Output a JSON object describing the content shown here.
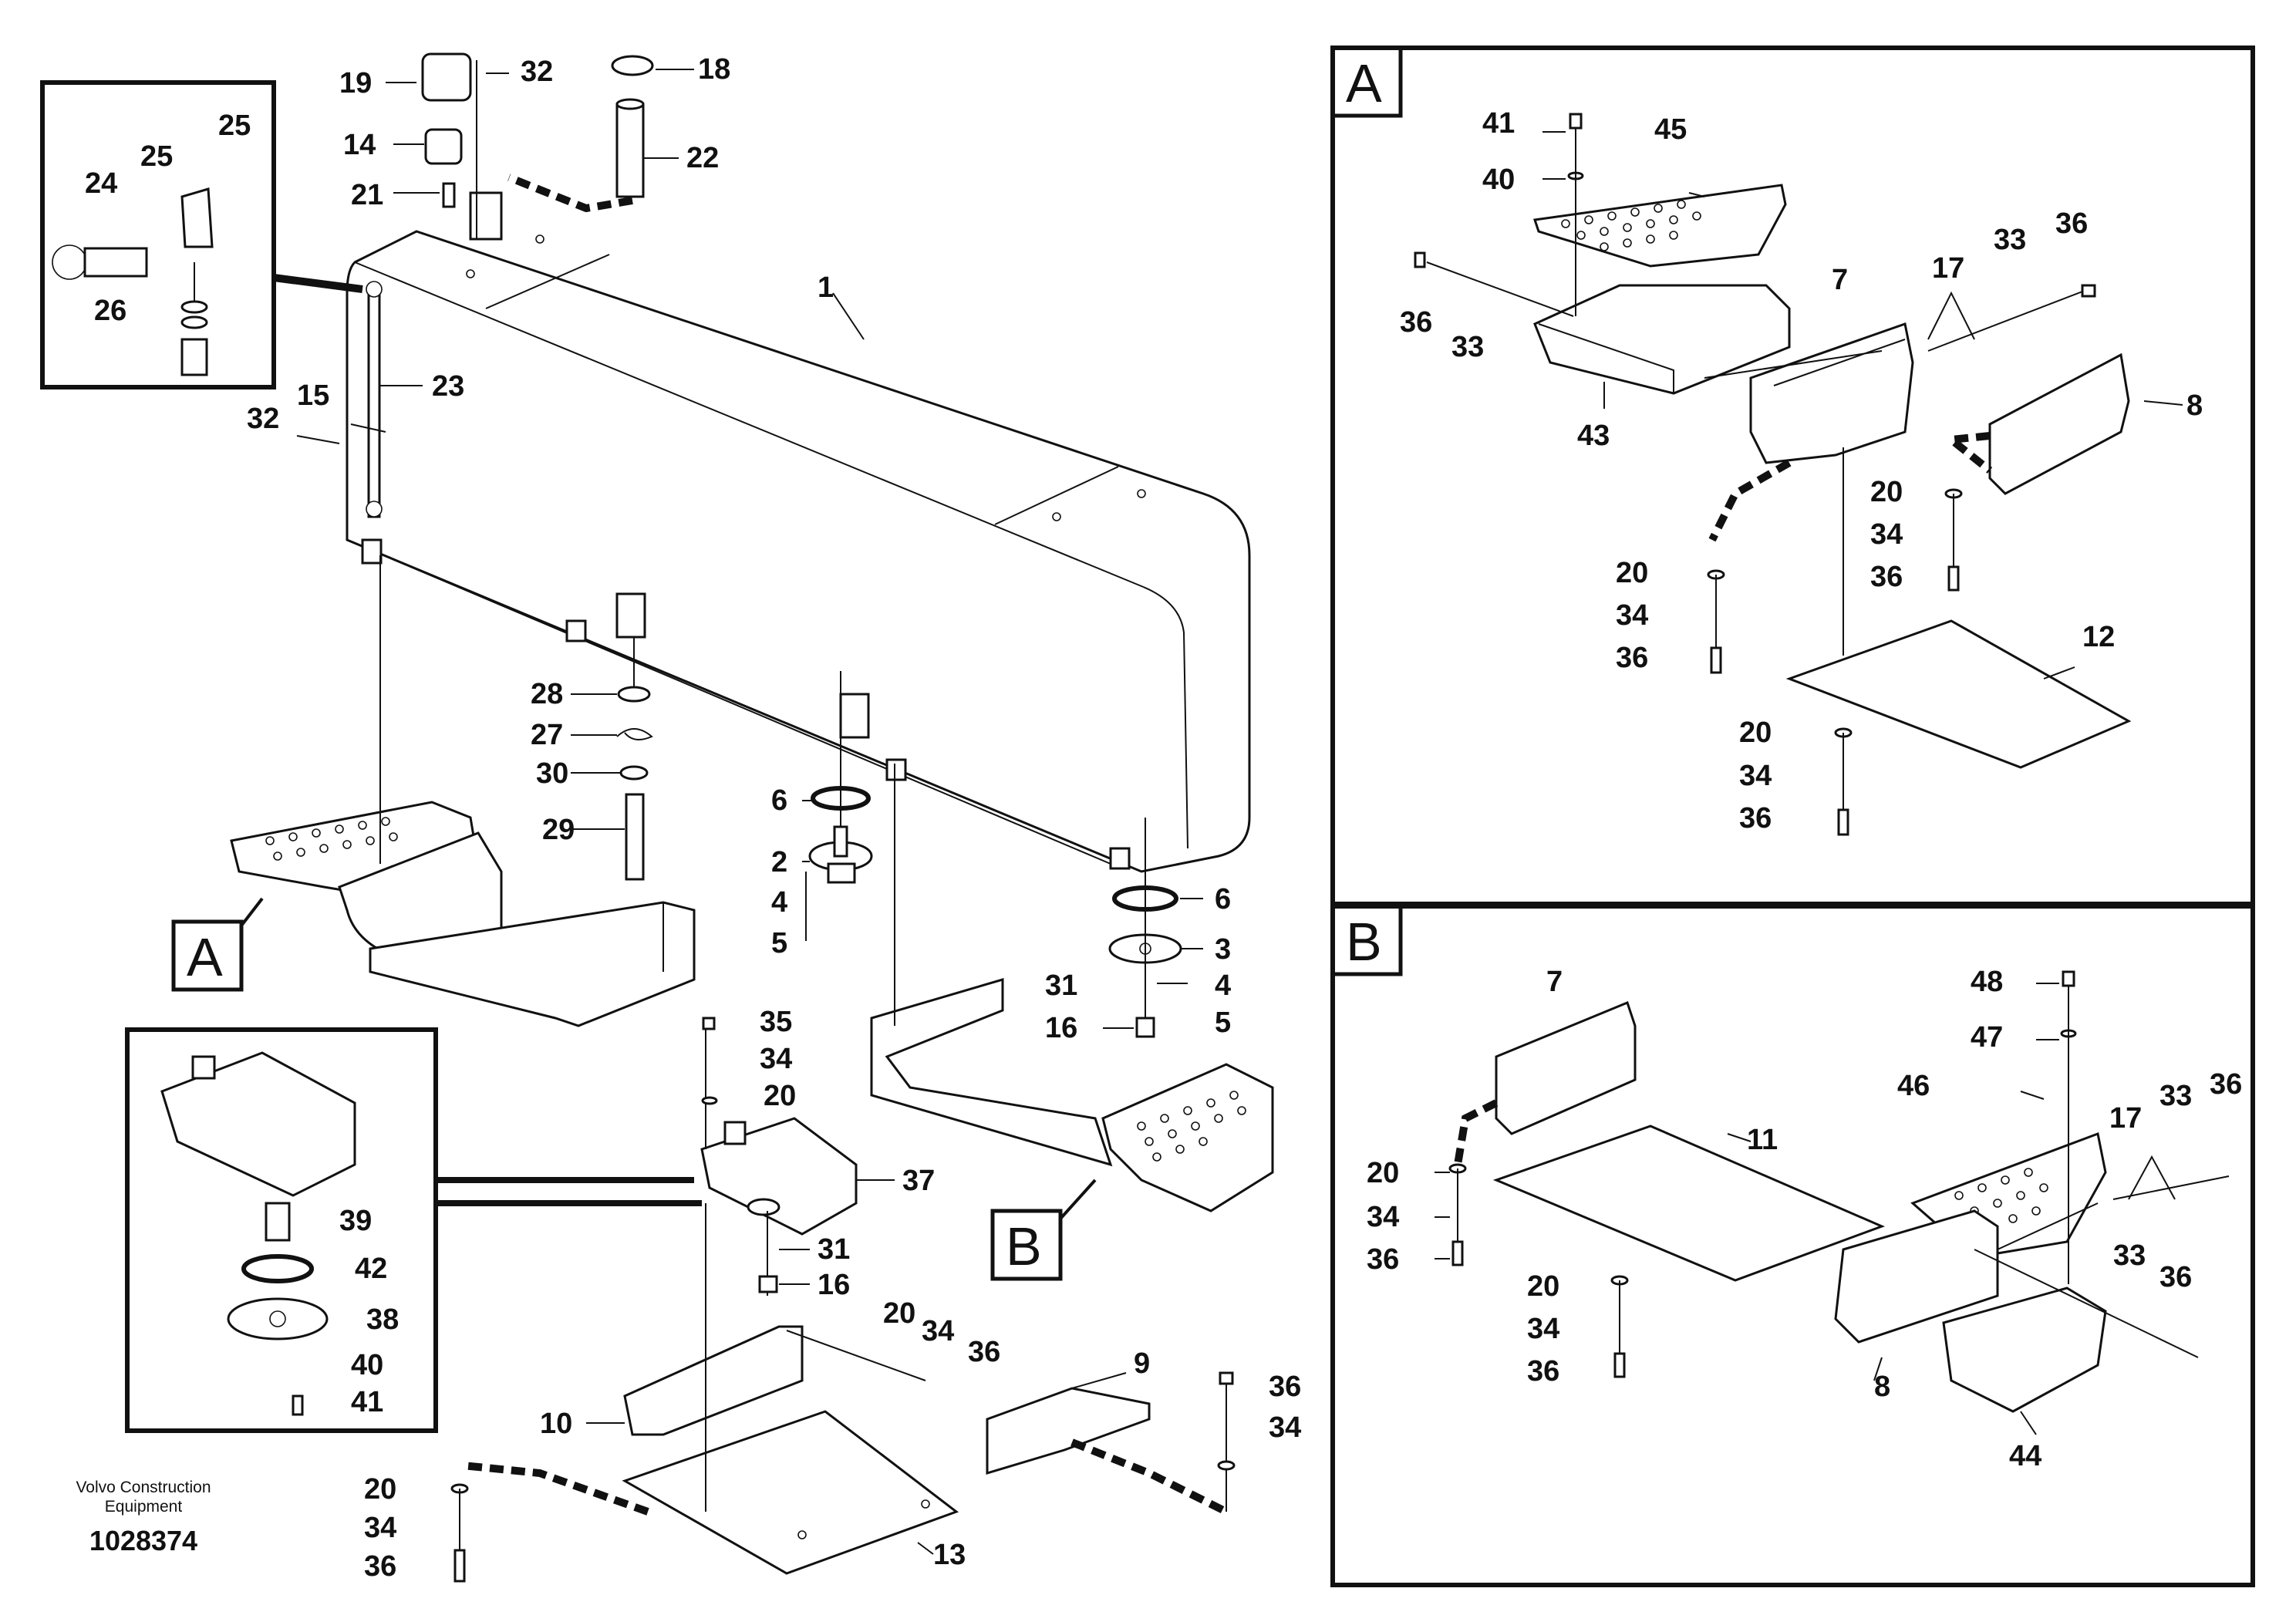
{
  "document": {
    "publisher_line1": "Volvo Construction",
    "publisher_line2": "Equipment",
    "drawing_number": "1028374"
  },
  "panels": {
    "a_letter": "A",
    "b_letter": "B"
  },
  "main_callouts": {
    "A": "A",
    "B": "B"
  },
  "labels": {
    "main": [
      "1",
      "2",
      "3",
      "4",
      "4",
      "5",
      "5",
      "6",
      "6",
      "9",
      "10",
      "13",
      "14",
      "15",
      "16",
      "16",
      "18",
      "19",
      "20",
      "20",
      "20",
      "21",
      "22",
      "23",
      "27",
      "28",
      "29",
      "30",
      "31",
      "31",
      "32",
      "32",
      "34",
      "34",
      "34",
      "34",
      "35",
      "36",
      "36",
      "36",
      "37"
    ],
    "inset_pin": [
      "24",
      "25",
      "25",
      "26"
    ],
    "inset_sensor": [
      "38",
      "39",
      "40",
      "41",
      "42"
    ],
    "panel_a": [
      "7",
      "8",
      "12",
      "17",
      "20",
      "20",
      "20",
      "33",
      "33",
      "34",
      "34",
      "34",
      "36",
      "36",
      "36",
      "36",
      "36",
      "40",
      "41",
      "43",
      "45"
    ],
    "panel_b": [
      "7",
      "8",
      "11",
      "17",
      "20",
      "20",
      "33",
      "33",
      "34",
      "34",
      "36",
      "36",
      "36",
      "36",
      "44",
      "46",
      "47",
      "48"
    ]
  }
}
